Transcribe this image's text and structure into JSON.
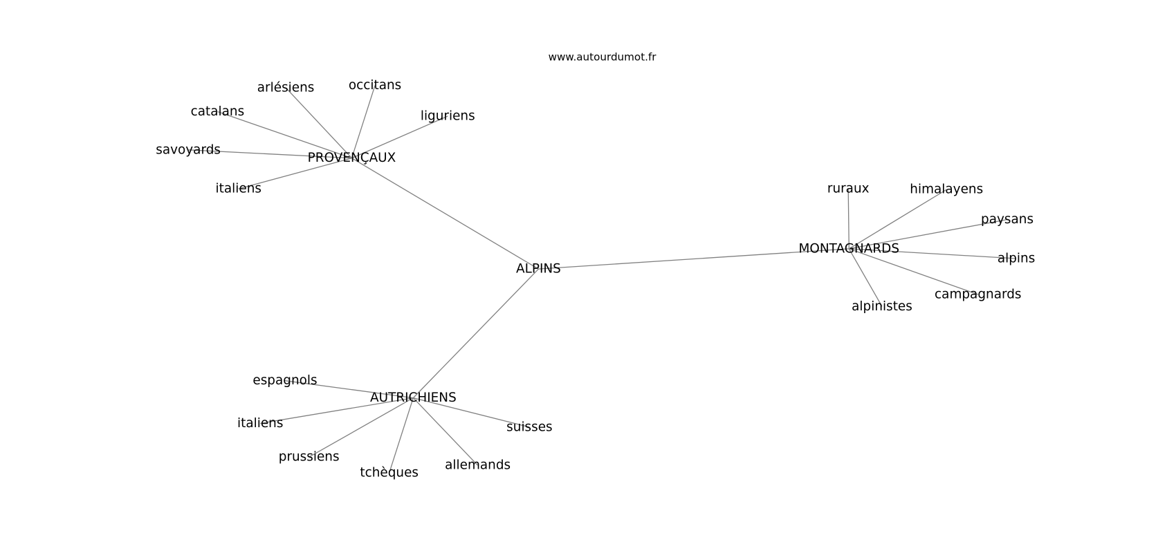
{
  "title": "www.autourdumot.fr",
  "graph": {
    "center": "ALPINS",
    "nodes": [
      {
        "id": "alpins_c",
        "label": "ALPINS"
      },
      {
        "id": "provencaux",
        "label": "PROVENÇAUX"
      },
      {
        "id": "montagnards",
        "label": "MONTAGNARDS"
      },
      {
        "id": "autrichiens",
        "label": "AUTRICHIENS"
      },
      {
        "id": "arlesiens",
        "label": "arlésiens"
      },
      {
        "id": "occitans",
        "label": "occitans"
      },
      {
        "id": "catalans",
        "label": "catalans"
      },
      {
        "id": "liguriens",
        "label": "liguriens"
      },
      {
        "id": "savoyards",
        "label": "savoyards"
      },
      {
        "id": "italiens1",
        "label": "italiens"
      },
      {
        "id": "ruraux",
        "label": "ruraux"
      },
      {
        "id": "himalayens",
        "label": "himalayens"
      },
      {
        "id": "paysans",
        "label": "paysans"
      },
      {
        "id": "alpins",
        "label": "alpins"
      },
      {
        "id": "campagnards",
        "label": "campagnards"
      },
      {
        "id": "alpinistes",
        "label": "alpinistes"
      },
      {
        "id": "espagnols",
        "label": "espagnols"
      },
      {
        "id": "italiens2",
        "label": "italiens"
      },
      {
        "id": "prussiens",
        "label": "prussiens"
      },
      {
        "id": "tcheques",
        "label": "tchèques"
      },
      {
        "id": "allemands",
        "label": "allemands"
      },
      {
        "id": "suisses",
        "label": "suisses"
      }
    ],
    "edges": [
      [
        "alpins_c",
        "provencaux"
      ],
      [
        "alpins_c",
        "montagnards"
      ],
      [
        "alpins_c",
        "autrichiens"
      ],
      [
        "provencaux",
        "arlesiens"
      ],
      [
        "provencaux",
        "occitans"
      ],
      [
        "provencaux",
        "catalans"
      ],
      [
        "provencaux",
        "liguriens"
      ],
      [
        "provencaux",
        "savoyards"
      ],
      [
        "provencaux",
        "italiens1"
      ],
      [
        "montagnards",
        "ruraux"
      ],
      [
        "montagnards",
        "himalayens"
      ],
      [
        "montagnards",
        "paysans"
      ],
      [
        "montagnards",
        "alpins"
      ],
      [
        "montagnards",
        "campagnards"
      ],
      [
        "montagnards",
        "alpinistes"
      ],
      [
        "autrichiens",
        "espagnols"
      ],
      [
        "autrichiens",
        "italiens2"
      ],
      [
        "autrichiens",
        "prussiens"
      ],
      [
        "autrichiens",
        "tcheques"
      ],
      [
        "autrichiens",
        "allemands"
      ],
      [
        "autrichiens",
        "suisses"
      ]
    ]
  }
}
